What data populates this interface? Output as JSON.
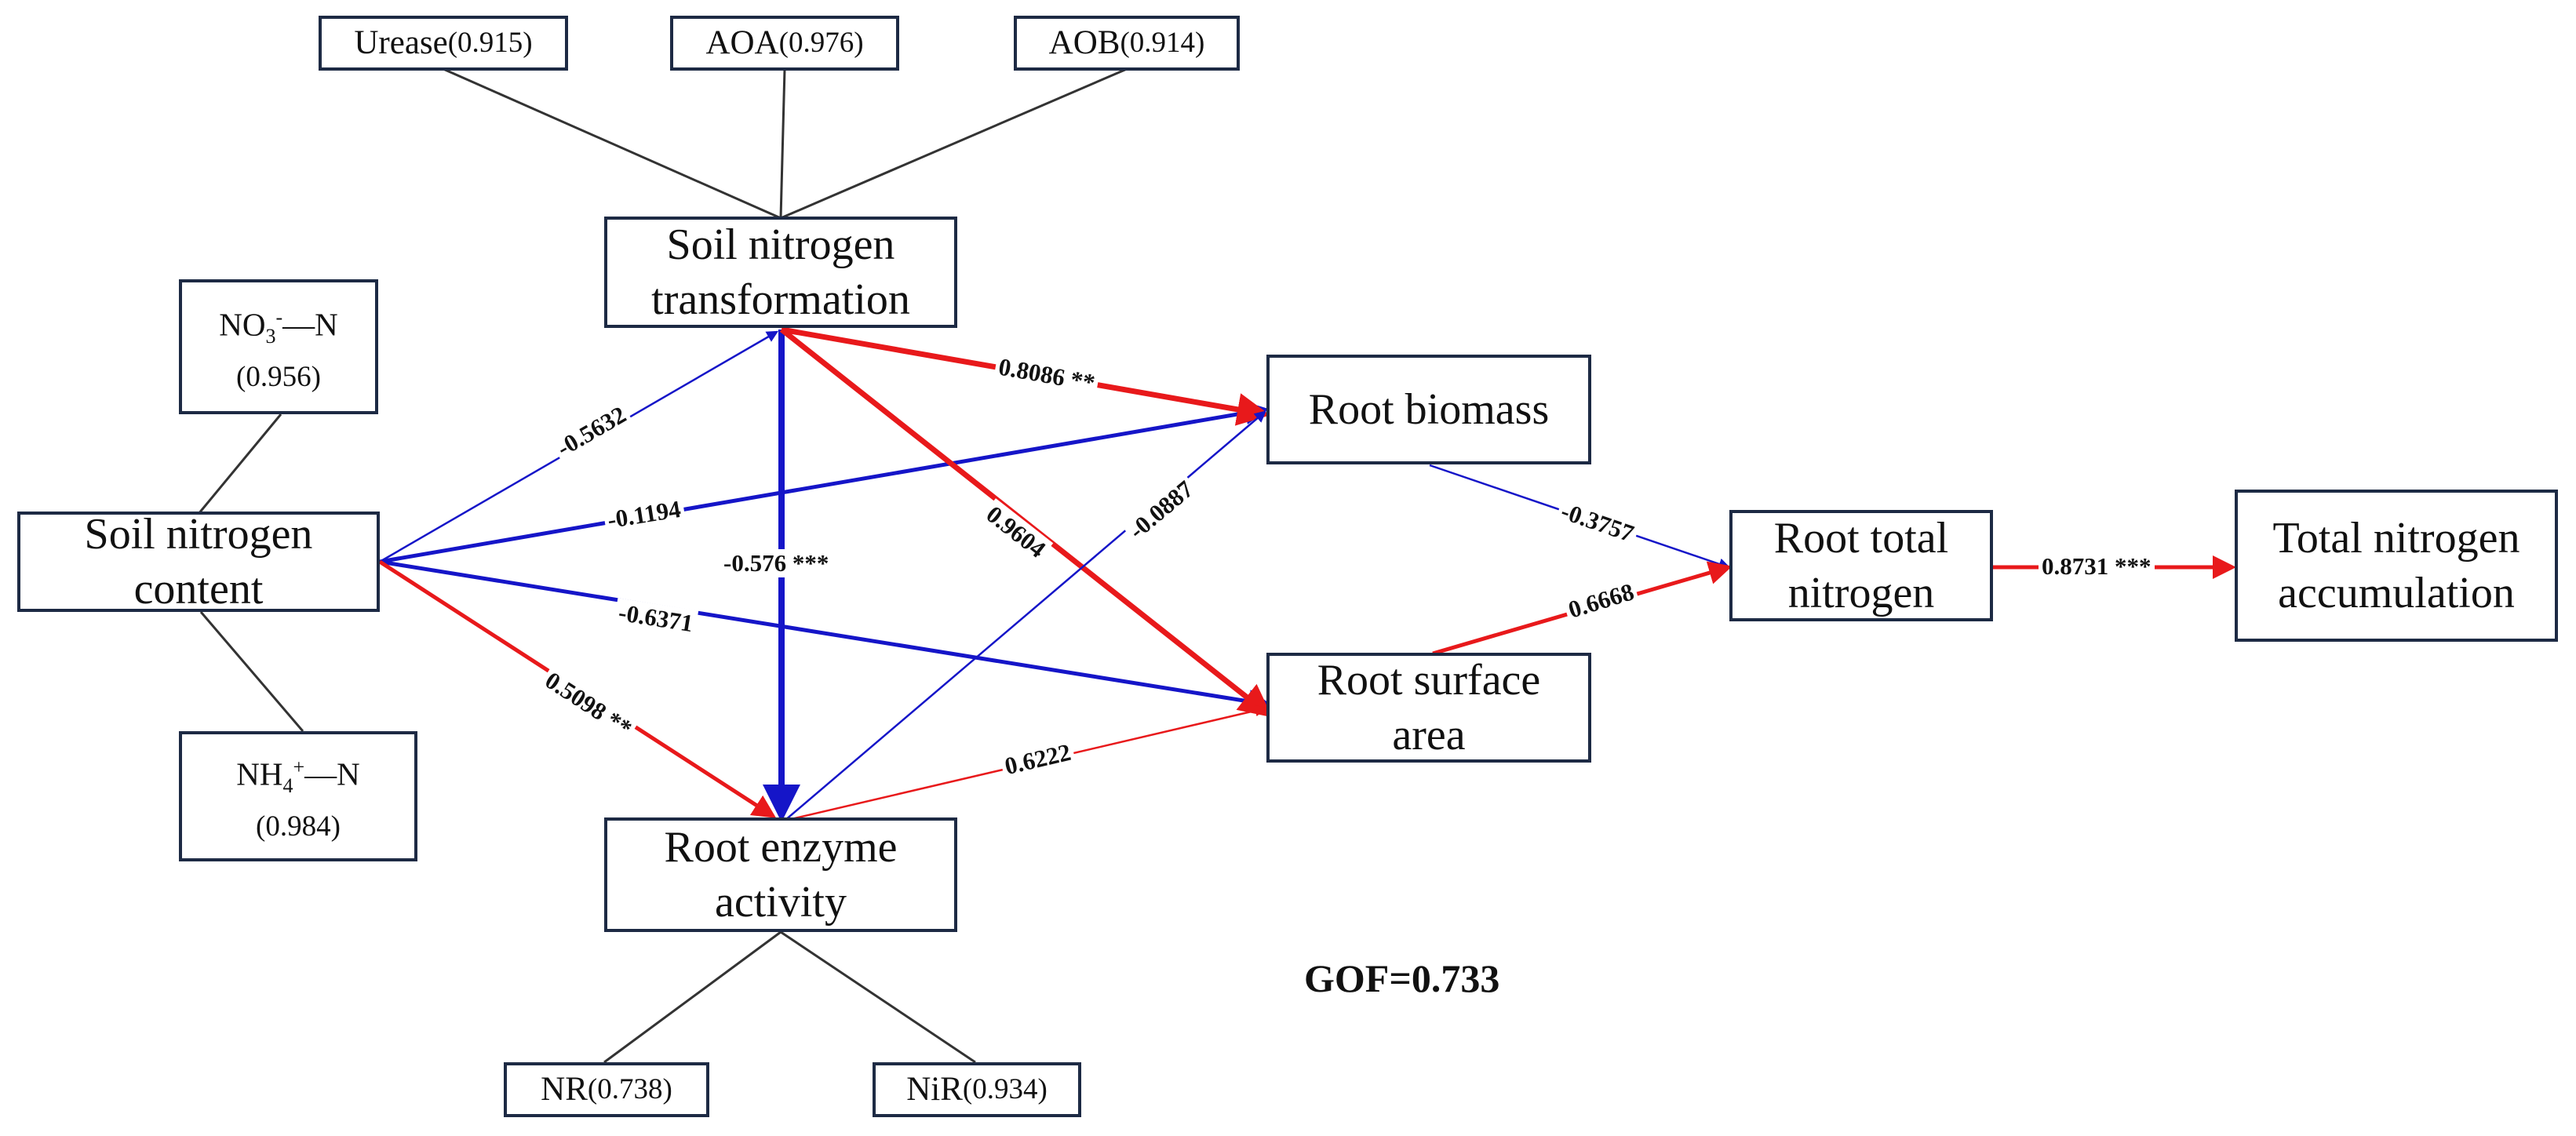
{
  "latent_variables": {
    "soil_nitrogen_transformation": [
      "Soil nitrogen",
      "transformation"
    ],
    "soil_nitrogen_content": [
      "Soil nitrogen",
      "content"
    ],
    "root_enzyme_activity": [
      "Root enzyme",
      "activity"
    ],
    "root_biomass": [
      "Root biomass"
    ],
    "root_surface_area": [
      "Root surface",
      "area"
    ],
    "root_total_nitrogen": [
      "Root total",
      "nitrogen"
    ],
    "total_nitrogen_accumulation": [
      "Total nitrogen",
      "accumulation"
    ]
  },
  "indicators": {
    "urease": {
      "name": "Urease",
      "loading": "(0.915)"
    },
    "aoa": {
      "name": "AOA",
      "loading": "(0.976)"
    },
    "aob": {
      "name": "AOB",
      "loading": "(0.914)"
    },
    "no3": {
      "name": "NO",
      "sub": "3",
      "sup": "-",
      "suffix": "—N",
      "loading": "(0.956)"
    },
    "nh4": {
      "name": "NH",
      "sub": "4",
      "sup": "+",
      "suffix": "—N",
      "loading": "(0.984)"
    },
    "nr": {
      "name": "NR",
      "loading": "(0.738)"
    },
    "nir": {
      "name": "NiR",
      "loading": "(0.934)"
    }
  },
  "paths": [
    {
      "from": "soil_nitrogen_content",
      "to": "soil_nitrogen_transformation",
      "coef": "-0.5632",
      "sign": "negative",
      "weight": "thin"
    },
    {
      "from": "soil_nitrogen_content",
      "to": "root_biomass",
      "coef": "-0.1194",
      "sign": "negative",
      "weight": "medium"
    },
    {
      "from": "soil_nitrogen_content",
      "to": "root_surface_area",
      "coef": "-0.6371",
      "sign": "negative",
      "weight": "medium"
    },
    {
      "from": "soil_nitrogen_content",
      "to": "root_enzyme_activity",
      "coef": "0.5098 **",
      "sign": "positive",
      "weight": "medium"
    },
    {
      "from": "soil_nitrogen_transformation",
      "to": "root_enzyme_activity",
      "coef": "-0.576 ***",
      "sign": "negative",
      "weight": "thick"
    },
    {
      "from": "soil_nitrogen_transformation",
      "to": "root_biomass",
      "coef": "0.8086 **",
      "sign": "positive",
      "weight": "thick"
    },
    {
      "from": "soil_nitrogen_transformation",
      "to": "root_surface_area",
      "coef": "0.9604",
      "sign": "positive",
      "weight": "thick"
    },
    {
      "from": "root_enzyme_activity",
      "to": "root_biomass",
      "coef": "-0.0887",
      "sign": "negative",
      "weight": "thin"
    },
    {
      "from": "root_enzyme_activity",
      "to": "root_surface_area",
      "coef": "0.6222",
      "sign": "positive",
      "weight": "thin"
    },
    {
      "from": "root_biomass",
      "to": "root_total_nitrogen",
      "coef": "-0.3757",
      "sign": "negative",
      "weight": "thin"
    },
    {
      "from": "root_surface_area",
      "to": "root_total_nitrogen",
      "coef": "0.6668",
      "sign": "positive",
      "weight": "medium"
    },
    {
      "from": "root_total_nitrogen",
      "to": "total_nitrogen_accumulation",
      "coef": "0.8731 ***",
      "sign": "positive",
      "weight": "medium"
    }
  ],
  "colors": {
    "positive": "#e8191b",
    "negative": "#1515c8",
    "measurement_line": "#333333",
    "box_border": "#1d2a44"
  },
  "gof": "GOF=0.733"
}
